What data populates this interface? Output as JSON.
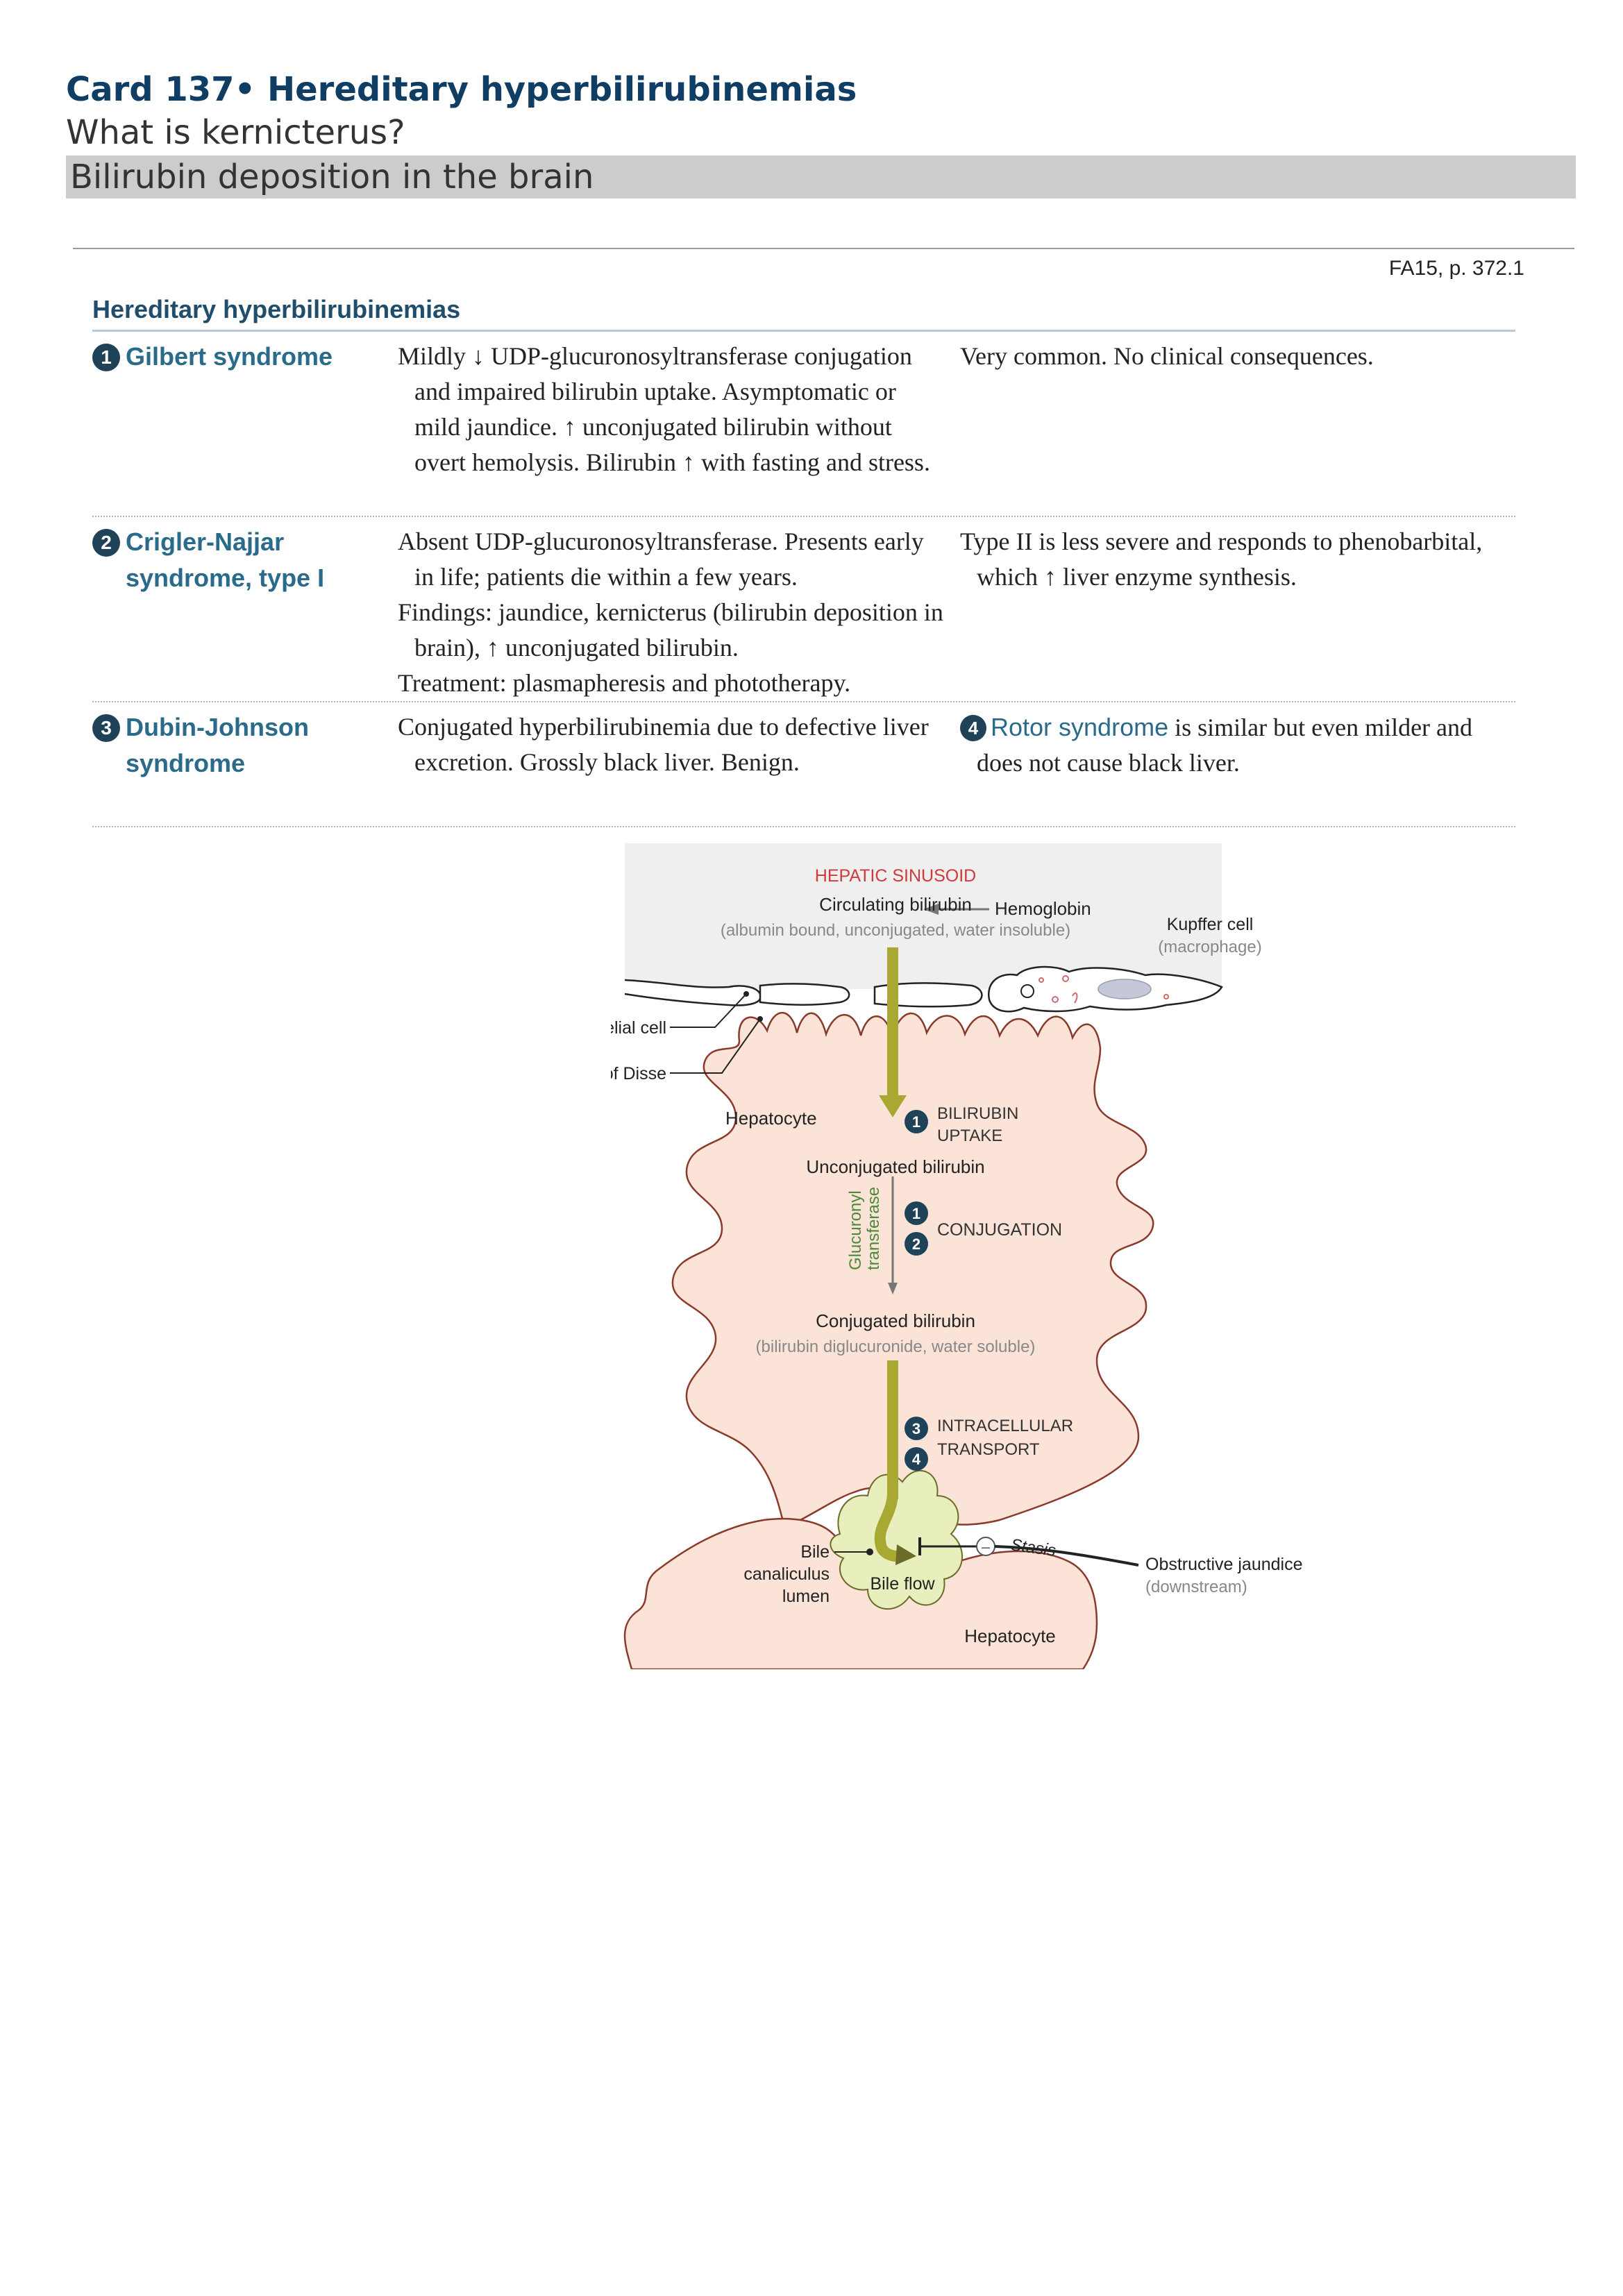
{
  "card": {
    "title": "Card 137• Hereditary hyperbilirubinemias",
    "question": "What is kernicterus?",
    "answer": "Bilirubin deposition in the brain"
  },
  "source_ref": "FA15, p. 372.1",
  "section": {
    "title": "Hereditary hyperbilirubinemias",
    "rows": [
      {
        "num": "1",
        "term_line1": "Gilbert syndrome",
        "term_line2": "",
        "desc": [
          "Mildly ↓ UDP-glucuronosyltransferase conjugation and impaired bilirubin uptake. Asymptomatic or mild jaundice. ↑ unconjugated bilirubin without overt hemolysis. Bilirubin ↑ with fasting and stress."
        ],
        "note": "Very common. No clinical consequences."
      },
      {
        "num": "2",
        "term_line1": "Crigler-Najjar",
        "term_line2": "syndrome, type I",
        "desc": [
          "Absent UDP-glucuronosyltransferase. Presents early in life; patients die within a few years.",
          "Findings: jaundice, kernicterus (bilirubin deposition in brain), ↑ unconjugated bilirubin.",
          "Treatment: plasmapheresis and phototherapy."
        ],
        "note": "Type II is less severe and responds to phenobarbital, which ↑ liver enzyme synthesis."
      },
      {
        "num": "3",
        "term_line1": "Dubin-Johnson",
        "term_line2": "syndrome",
        "desc": [
          "Conjugated hyperbilirubinemia due to defective liver excretion. Grossly black liver. Benign."
        ],
        "note_num": "4",
        "note_highlight": "Rotor syndrome",
        "note_rest": " is similar but even milder and does not cause black liver."
      }
    ]
  },
  "figure": {
    "hepatic_sinusoid": "HEPATIC SINUSOID",
    "circulating_bilirubin": "Circulating bilirubin",
    "circulating_detail": "(albumin bound, unconjugated, water insoluble)",
    "hemoglobin": "Hemoglobin",
    "kupffer": "Kupffer cell",
    "kupffer_detail": "(macrophage)",
    "endothelial": "Endothelial cell",
    "space_disse": "Space of Disse",
    "hepatocyte_top": "Hepatocyte",
    "step1_label_a": "BILIRUBIN",
    "step1_label_b": "UPTAKE",
    "unconjugated": "Unconjugated bilirubin",
    "enzyme_a": "Glucuronyl",
    "enzyme_b": "transferase",
    "conjugation": "CONJUGATION",
    "conjugated": "Conjugated bilirubin",
    "conjugated_detail": "(bilirubin diglucuronide, water soluble)",
    "transport_a": "INTRACELLULAR",
    "transport_b": "TRANSPORT",
    "bile_a": "Bile",
    "bile_b": "canaliculus",
    "bile_c": "lumen",
    "bile_flow": "Bile flow",
    "stasis": "Stasis",
    "obstructive": "Obstructive jaundice",
    "obstructive_detail": "(downstream)",
    "hepatocyte_bottom": "Hepatocyte",
    "n1": "1",
    "n2": "2",
    "n3": "3",
    "n4": "4",
    "minus": "–"
  },
  "colors": {
    "title_navy": "#0f3d64",
    "term_teal": "#2a6a8a",
    "sinusoid_red": "#d03a3a",
    "hepatocyte_fill": "#fbe3d8",
    "hepatocyte_stroke": "#8a3a2a",
    "arrow_olive": "#a8a832",
    "bile_fill": "#e8efbd",
    "enzyme_green": "#4a8a3a"
  }
}
